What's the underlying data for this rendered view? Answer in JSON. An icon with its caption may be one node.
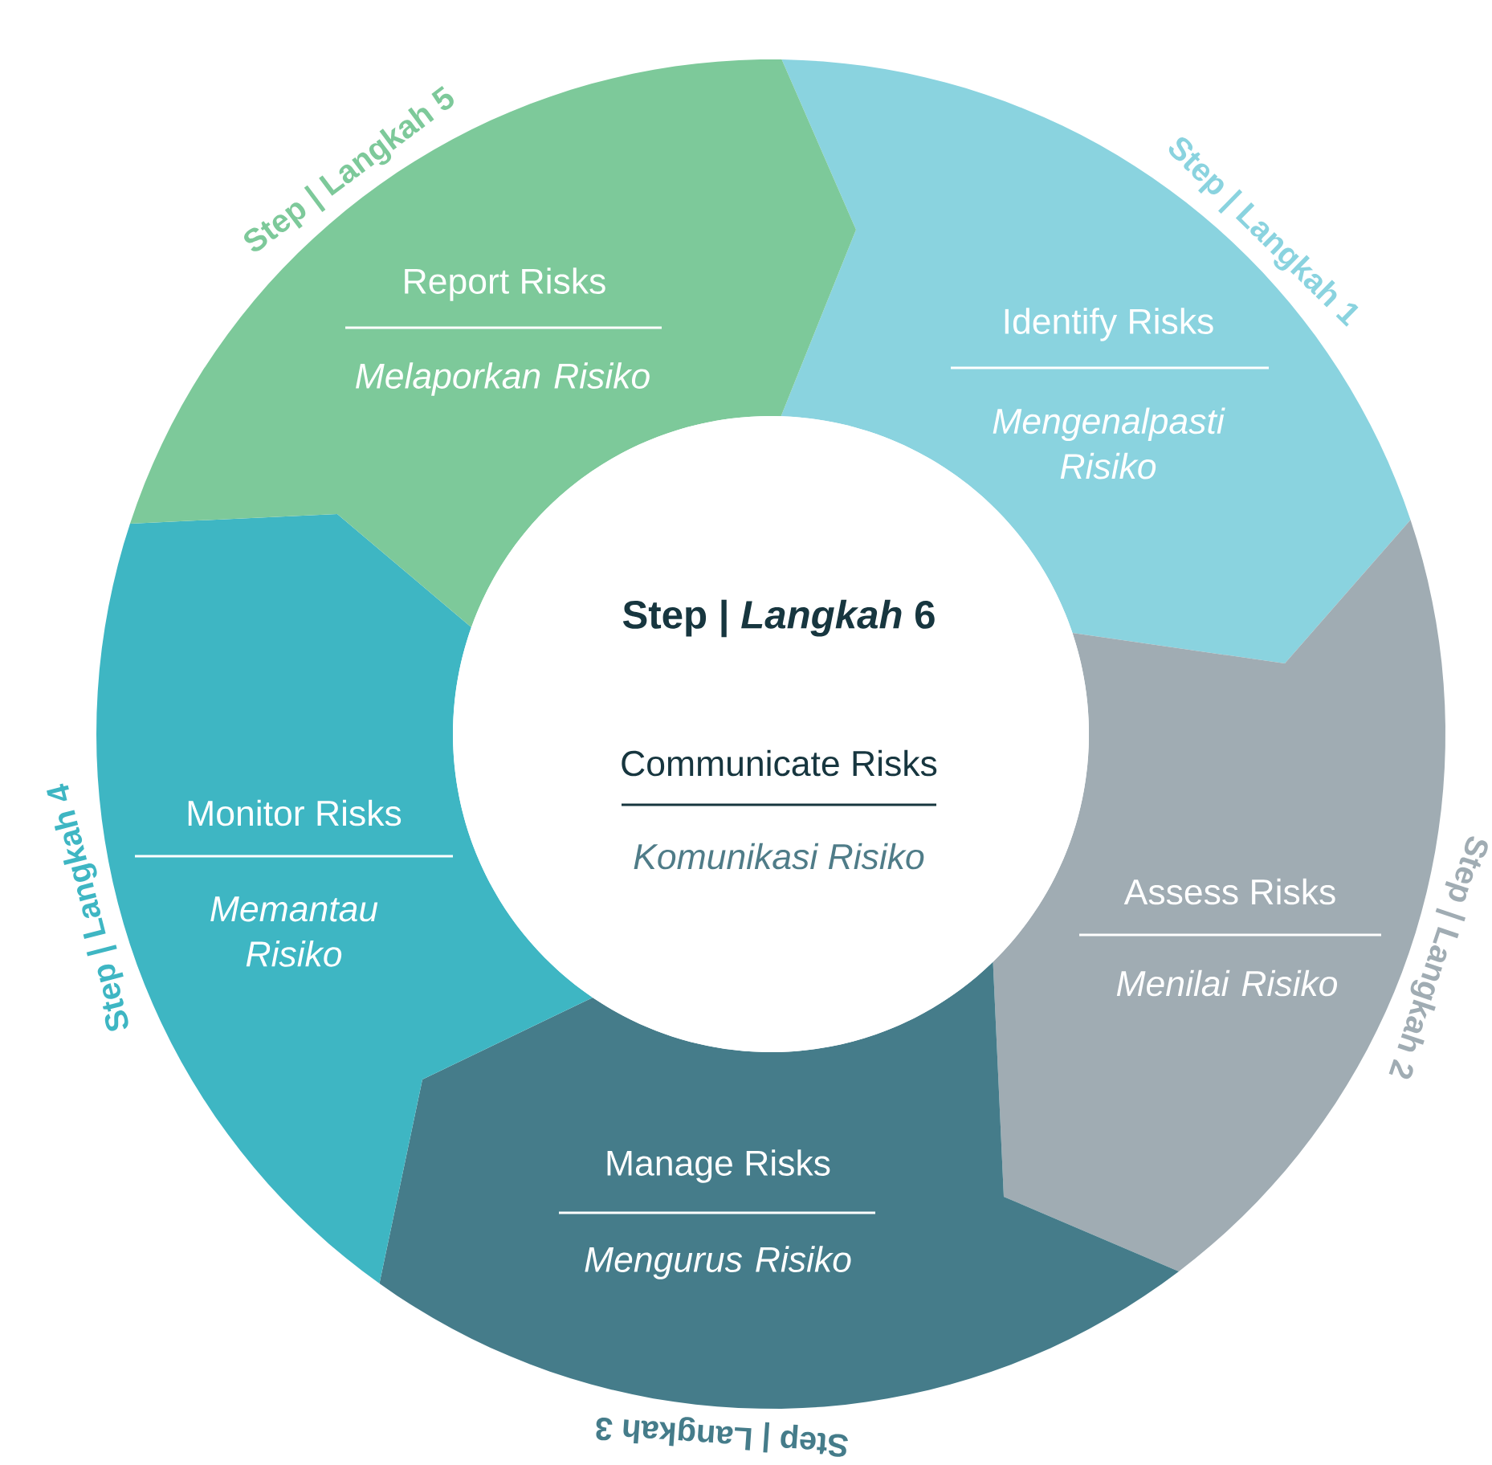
{
  "diagram": {
    "nodes": [
      {
        "text": [
          "Step | Langkah 1",
          "Identify Risks",
          "Mengenalpasti Risiko"
        ]
      },
      {
        "text": [
          "Step | Langkah 2",
          "Assess Risks",
          "Menilai Risiko"
        ]
      },
      {
        "text": [
          "Step | Langkah 3",
          "Manage Risks",
          "Mengurus Risiko"
        ]
      },
      {
        "text": [
          "Step | Langkah 4",
          "Monitor Risks",
          "Memantau Risiko"
        ]
      },
      {
        "text": [
          "Step | Langkah 5",
          "Report Risks",
          "Melaporkan Risiko"
        ]
      },
      {
        "text": [
          "Step | *Langkah* 6",
          "Communicate Risks",
          "Komunikasi Risiko"
        ]
      }
    ]
  }
}
